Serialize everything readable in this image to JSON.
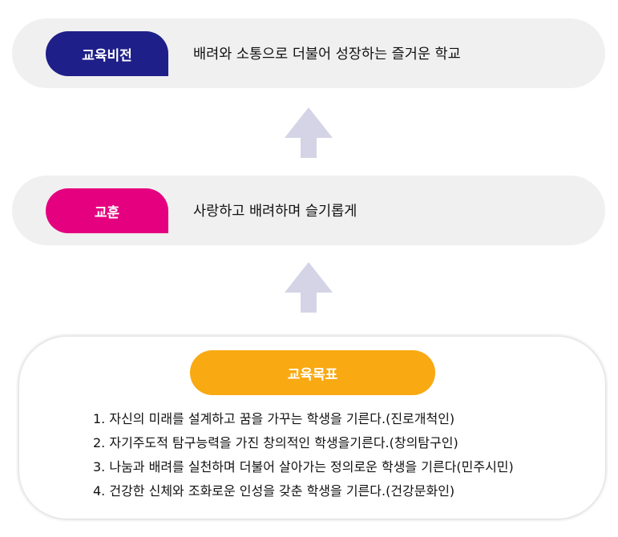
{
  "vision": {
    "badge_label": "교육비전",
    "text": "배려와 소통으로 더불어 성장하는 즐거운 학교",
    "badge_color": "#1f1f8a"
  },
  "motto": {
    "badge_label": "교훈",
    "text": "사랑하고 배려하며 슬기롭게",
    "badge_color": "#e5007f"
  },
  "arrows": [
    {
      "icon": "arrow-up-icon",
      "color": "#d4d4e6"
    },
    {
      "icon": "arrow-up-icon",
      "color": "#d4d4e6"
    }
  ],
  "goals": {
    "badge_label": "교육목표",
    "badge_color": "#f9a911",
    "items": [
      "1. 자신의 미래를 설계하고 꿈을 가꾸는 학생을 기른다.(진로개척인)",
      "2. 자기주도적 탐구능력을 가진 창의적인 학생을기른다.(창의탐구인)",
      "3. 나눔과 배려를 실천하며 더불어 살아가는 정의로운 학생을 기른다(민주시민)",
      "4. 건강한 신체와 조화로운 인성을 갖춘 학생을 기른다.(건강문화인)"
    ]
  }
}
